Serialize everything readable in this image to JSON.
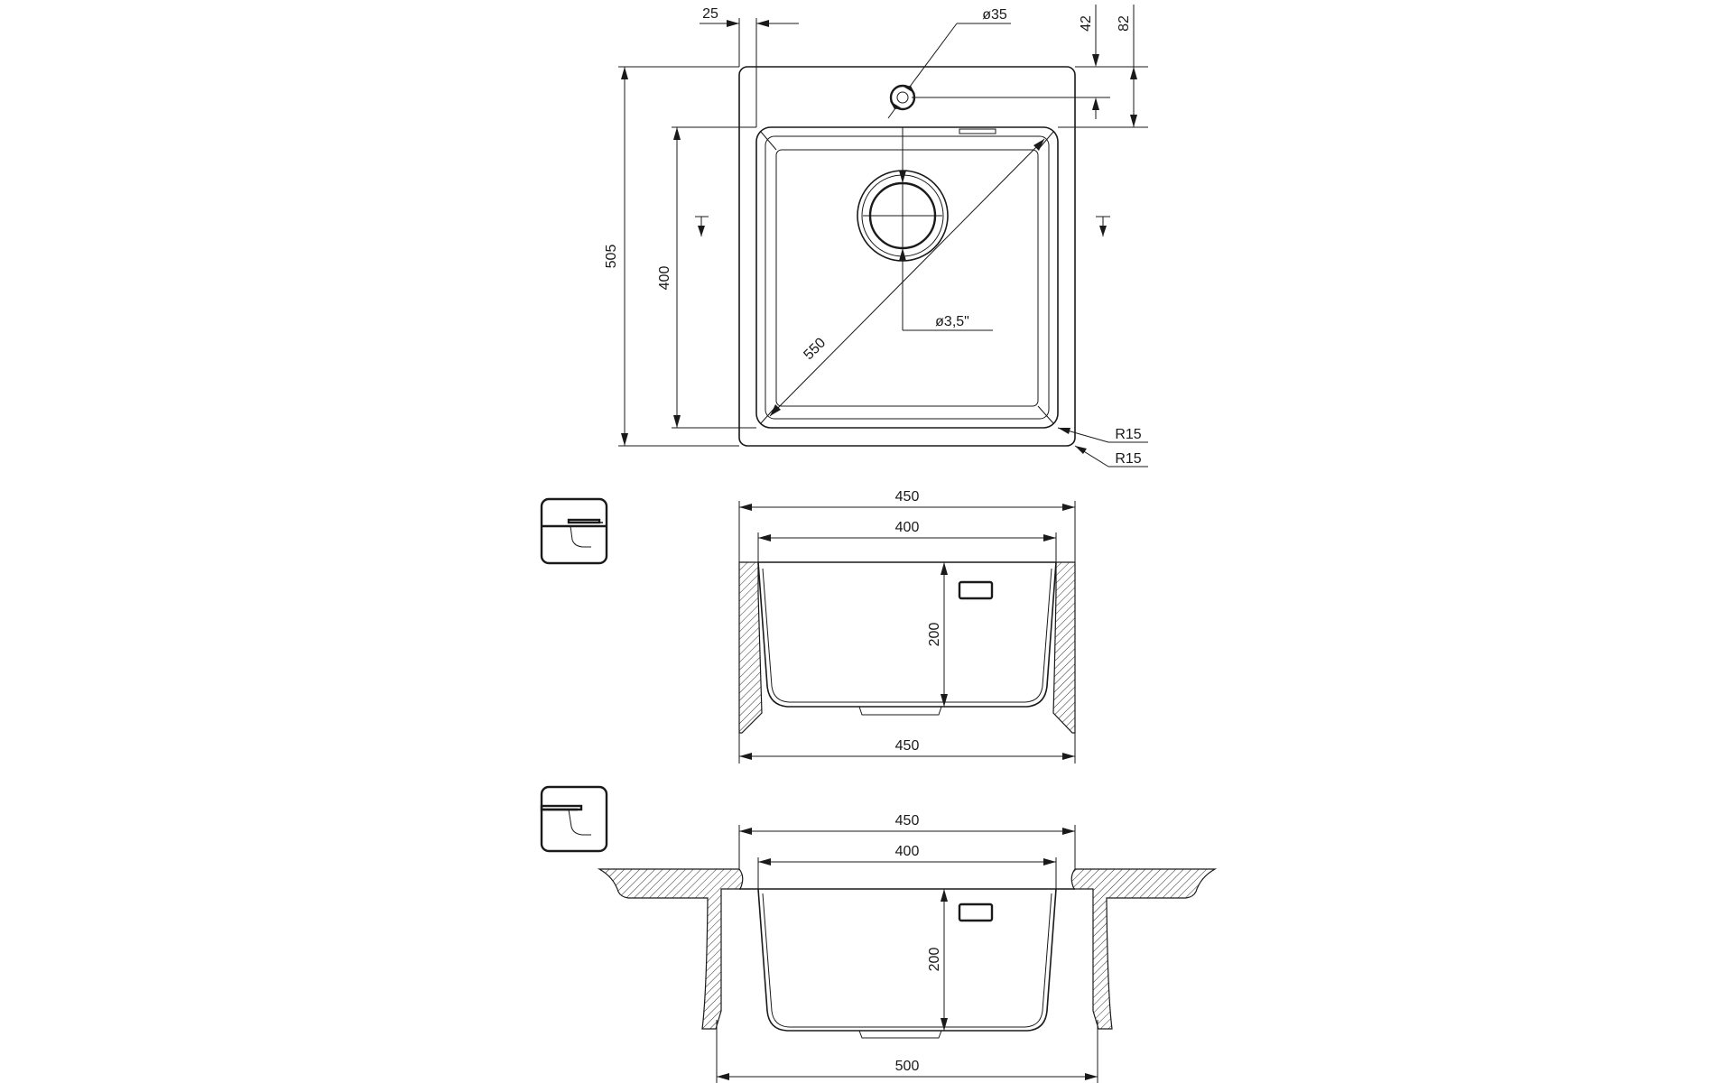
{
  "top_view": {
    "dim_tap_offset": "25",
    "dim_tap_hole": "ø35",
    "dim_tap_y1": "42",
    "dim_tap_y2": "82",
    "dim_depth_total": "505",
    "dim_bowl_length": "400",
    "dim_diagonal": "550",
    "dim_drain": "ø3,5\"",
    "dim_radius_inner": "R15",
    "dim_radius_outer": "R15"
  },
  "flush_mount_view": {
    "dim_top_width": "450",
    "dim_bowl_width": "400",
    "dim_depth": "200",
    "dim_bottom_width": "450"
  },
  "top_mount_view": {
    "dim_top_width": "450",
    "dim_bowl_width": "400",
    "dim_depth": "200",
    "dim_cutout_width": "500"
  },
  "icons": {
    "flush_mount": "flush-mount-icon",
    "top_mount": "top-mount-icon"
  }
}
